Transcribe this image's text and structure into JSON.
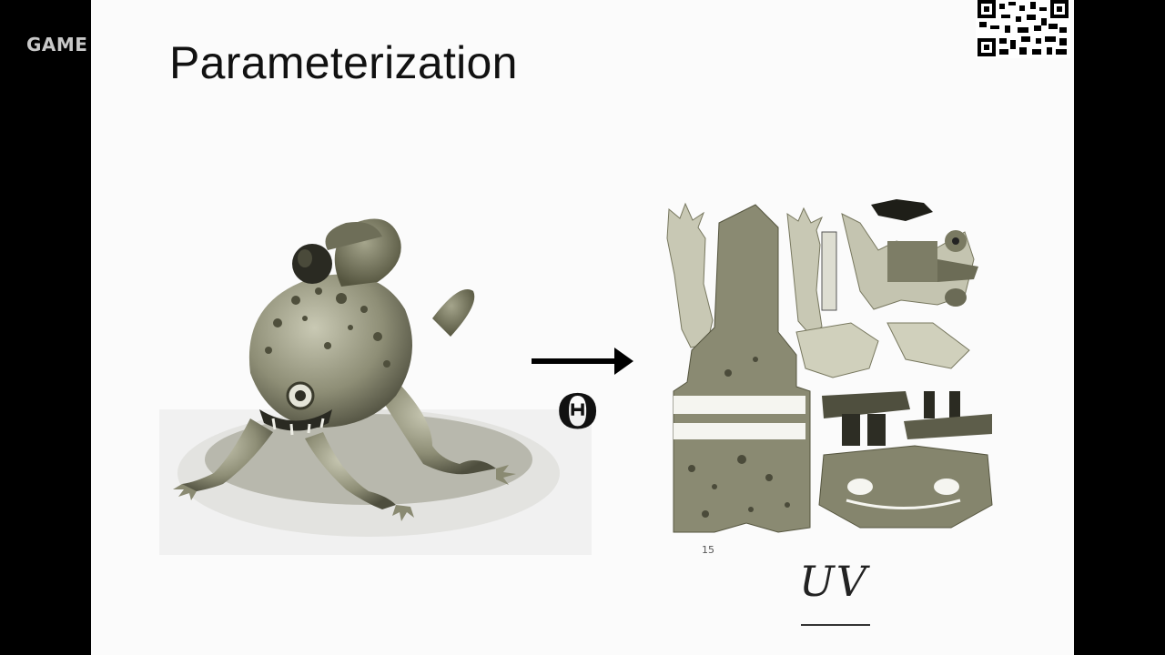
{
  "overlay": {
    "brand_text": "GAME"
  },
  "slide": {
    "title": "Parameterization",
    "mapping_symbol": "Θ",
    "annotation_small": "15",
    "annotation_handwritten": "UV"
  },
  "icons": {
    "qr": "qr-code-icon",
    "arrow": "arrow-right-icon"
  },
  "colors": {
    "slide_background": "#fbfbfb",
    "frame_background": "#000000",
    "model_skin": "#9a9a80",
    "text_primary": "#111111"
  }
}
